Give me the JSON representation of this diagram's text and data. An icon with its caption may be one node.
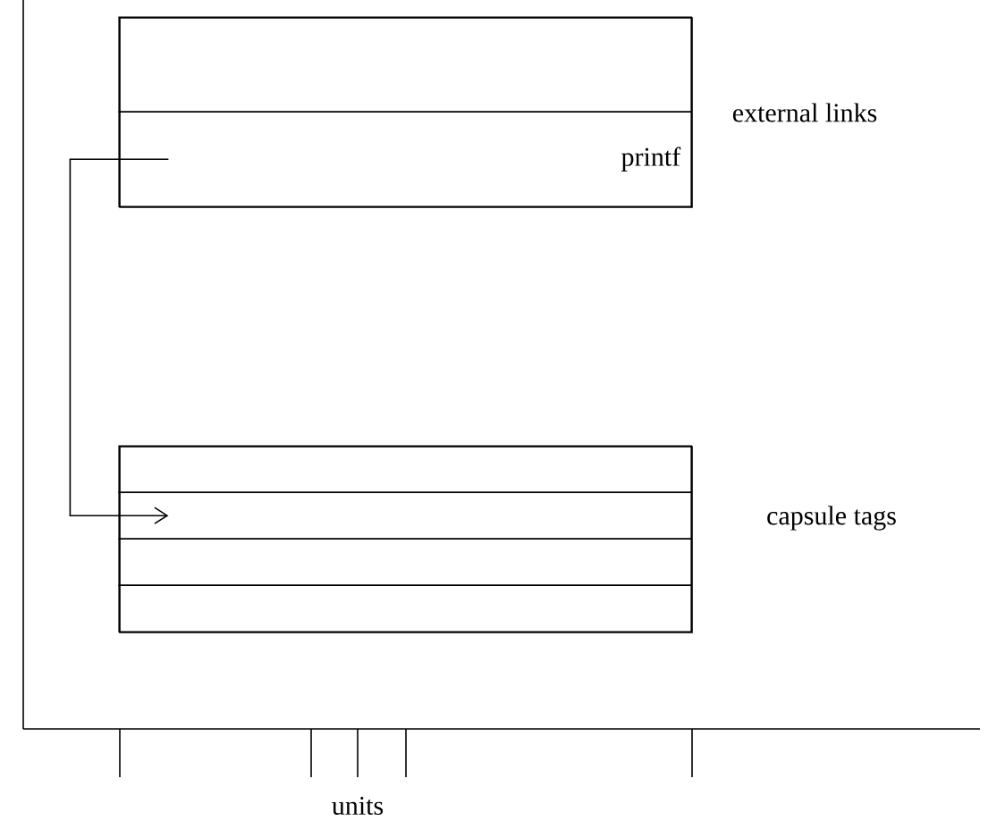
{
  "diagram": {
    "nodes": [
      {
        "text": [],
        "shape": "box",
        "beside": [
          "external links"
        ]
      },
      {
        "text": [],
        "shape": "box",
        "in": 0
      },
      {
        "text": [
          "printf"
        ],
        "in": 0
      },
      {
        "text": [],
        "shape": "box",
        "beside": [
          "capsule tags"
        ]
      },
      {
        "text": [],
        "shape": "box",
        "in": 3
      },
      {
        "text": [],
        "shape": "box",
        "in": 3
      },
      {
        "text": [],
        "shape": "box",
        "in": 3
      },
      {
        "text": [],
        "shape": "box",
        "in": 3
      }
    ],
    "edges": [
      {
        "from": 2,
        "to": 5,
        "arrow": "to"
      }
    ],
    "labels": [
      "units"
    ]
  }
}
